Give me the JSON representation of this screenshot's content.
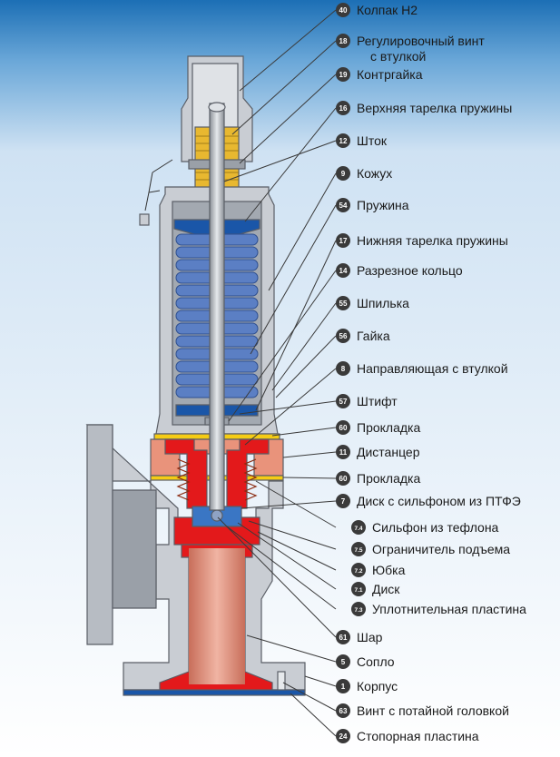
{
  "diagram": {
    "colors": {
      "background_top": "#1c6fb5",
      "background_bottom": "#e6f0f9",
      "body_gray": "#c9cdd3",
      "body_outline": "#5a5e66",
      "red_parts": "#e3191b",
      "salmon_spacer": "#e9937b",
      "blue_plate": "#1a56a8",
      "spring_blue": "#5b7fc4",
      "yellow_gasket": "#f5cc14",
      "nozzle_salmon": "#e59a85",
      "badge": "#3a3a3a"
    },
    "labels": [
      {
        "num": "40",
        "text": "Колпак Н2"
      },
      {
        "num": "18",
        "text": "Регулировочный винт",
        "text2": "с втулкой"
      },
      {
        "num": "19",
        "text": "Контргайка"
      },
      {
        "num": "16",
        "text": "Верхняя тарелка пружины"
      },
      {
        "num": "12",
        "text": "Шток"
      },
      {
        "num": "9",
        "text": "Кожух"
      },
      {
        "num": "54",
        "text": "Пружина"
      },
      {
        "num": "17",
        "text": "Нижняя тарелка пружины"
      },
      {
        "num": "14",
        "text": "Разрезное кольцо"
      },
      {
        "num": "55",
        "text": "Шпилька"
      },
      {
        "num": "56",
        "text": "Гайка"
      },
      {
        "num": "8",
        "text": "Направляющая с втулкой"
      },
      {
        "num": "57",
        "text": "Штифт"
      },
      {
        "num": "60",
        "text": "Прокладка"
      },
      {
        "num": "11",
        "text": "Дистанцер"
      },
      {
        "num": "60",
        "text": "Прокладка"
      },
      {
        "num": "7",
        "text": "Диск с сильфоном из ПТФЭ"
      },
      {
        "num": "7.4",
        "text": "Сильфон из тефлона"
      },
      {
        "num": "7.5",
        "text": "Ограничитель подъема"
      },
      {
        "num": "7.2",
        "text": "Юбка"
      },
      {
        "num": "7.1",
        "text": "Диск"
      },
      {
        "num": "7.3",
        "text": "Уплотнительная пластина"
      },
      {
        "num": "61",
        "text": "Шар"
      },
      {
        "num": "5",
        "text": "Сопло"
      },
      {
        "num": "1",
        "text": "Корпус"
      },
      {
        "num": "63",
        "text": "Винт с потайной головкой"
      },
      {
        "num": "24",
        "text": "Стопорная пластина"
      }
    ]
  }
}
